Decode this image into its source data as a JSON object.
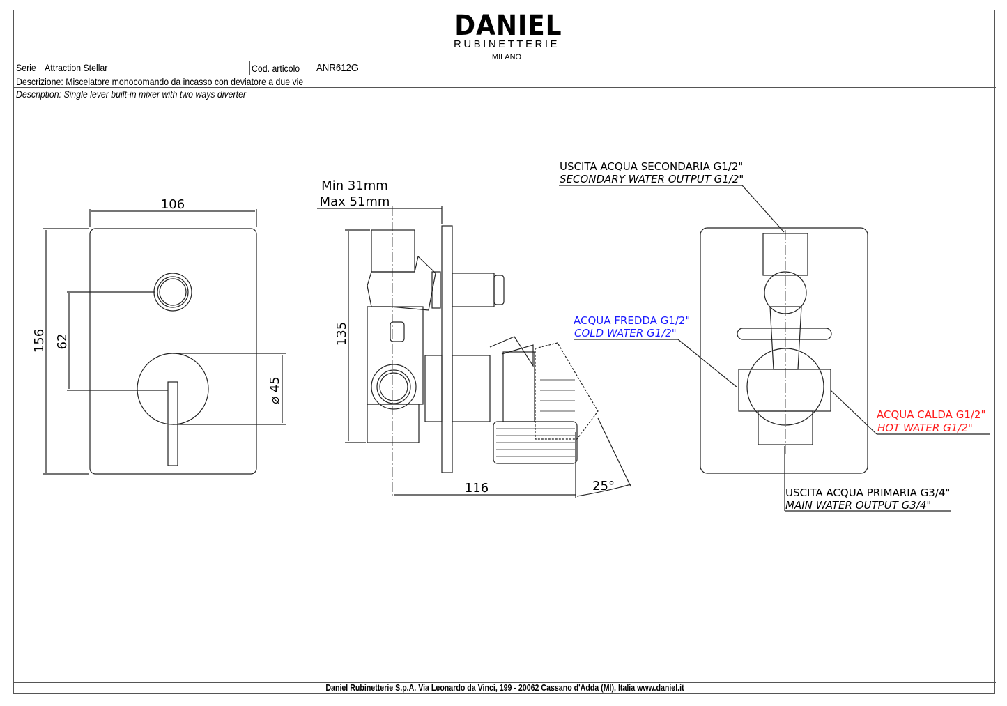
{
  "logo": {
    "brand": "DANIEL",
    "sub": "RUBINETTERIE",
    "city": "MILANO"
  },
  "header": {
    "serie_label": "Serie",
    "serie_value": "Attraction Stellar",
    "code_label": "Cod. articolo",
    "code_value": "ANR612G",
    "descrizione": "Descrizione: Miscelatore monocomando da incasso con deviatore a due vie",
    "description": "Description:  Single lever built-in mixer with two ways diverter"
  },
  "front_view": {
    "width": "106",
    "height": "156",
    "offset": "62",
    "diameter": "⌀ 45"
  },
  "side_view": {
    "depth_min": "Min 31mm",
    "depth_max": "Max 51mm",
    "height": "135",
    "length": "116",
    "angle": "25°"
  },
  "rear_view": {
    "secondary_it": "USCITA ACQUA SECONDARIA G1/2\"",
    "secondary_en": "SECONDARY WATER OUTPUT G1/2\"",
    "cold_it": "ACQUA FREDDA G1/2\"",
    "cold_en": "COLD WATER G1/2\"",
    "hot_it": "ACQUA CALDA G1/2\"",
    "hot_en": "HOT WATER G1/2\"",
    "main_it": "USCITA ACQUA PRIMARIA G3/4\"",
    "main_en": "MAIN WATER OUTPUT G3/4\"",
    "cold_color": "#1a1aff",
    "hot_color": "#ff1a1a"
  },
  "footer": {
    "text": "Daniel Rubinetterie S.p.A. Via Leonardo da Vinci, 199 - 20062 Cassano d'Adda (MI), Italia www.daniel.it"
  }
}
